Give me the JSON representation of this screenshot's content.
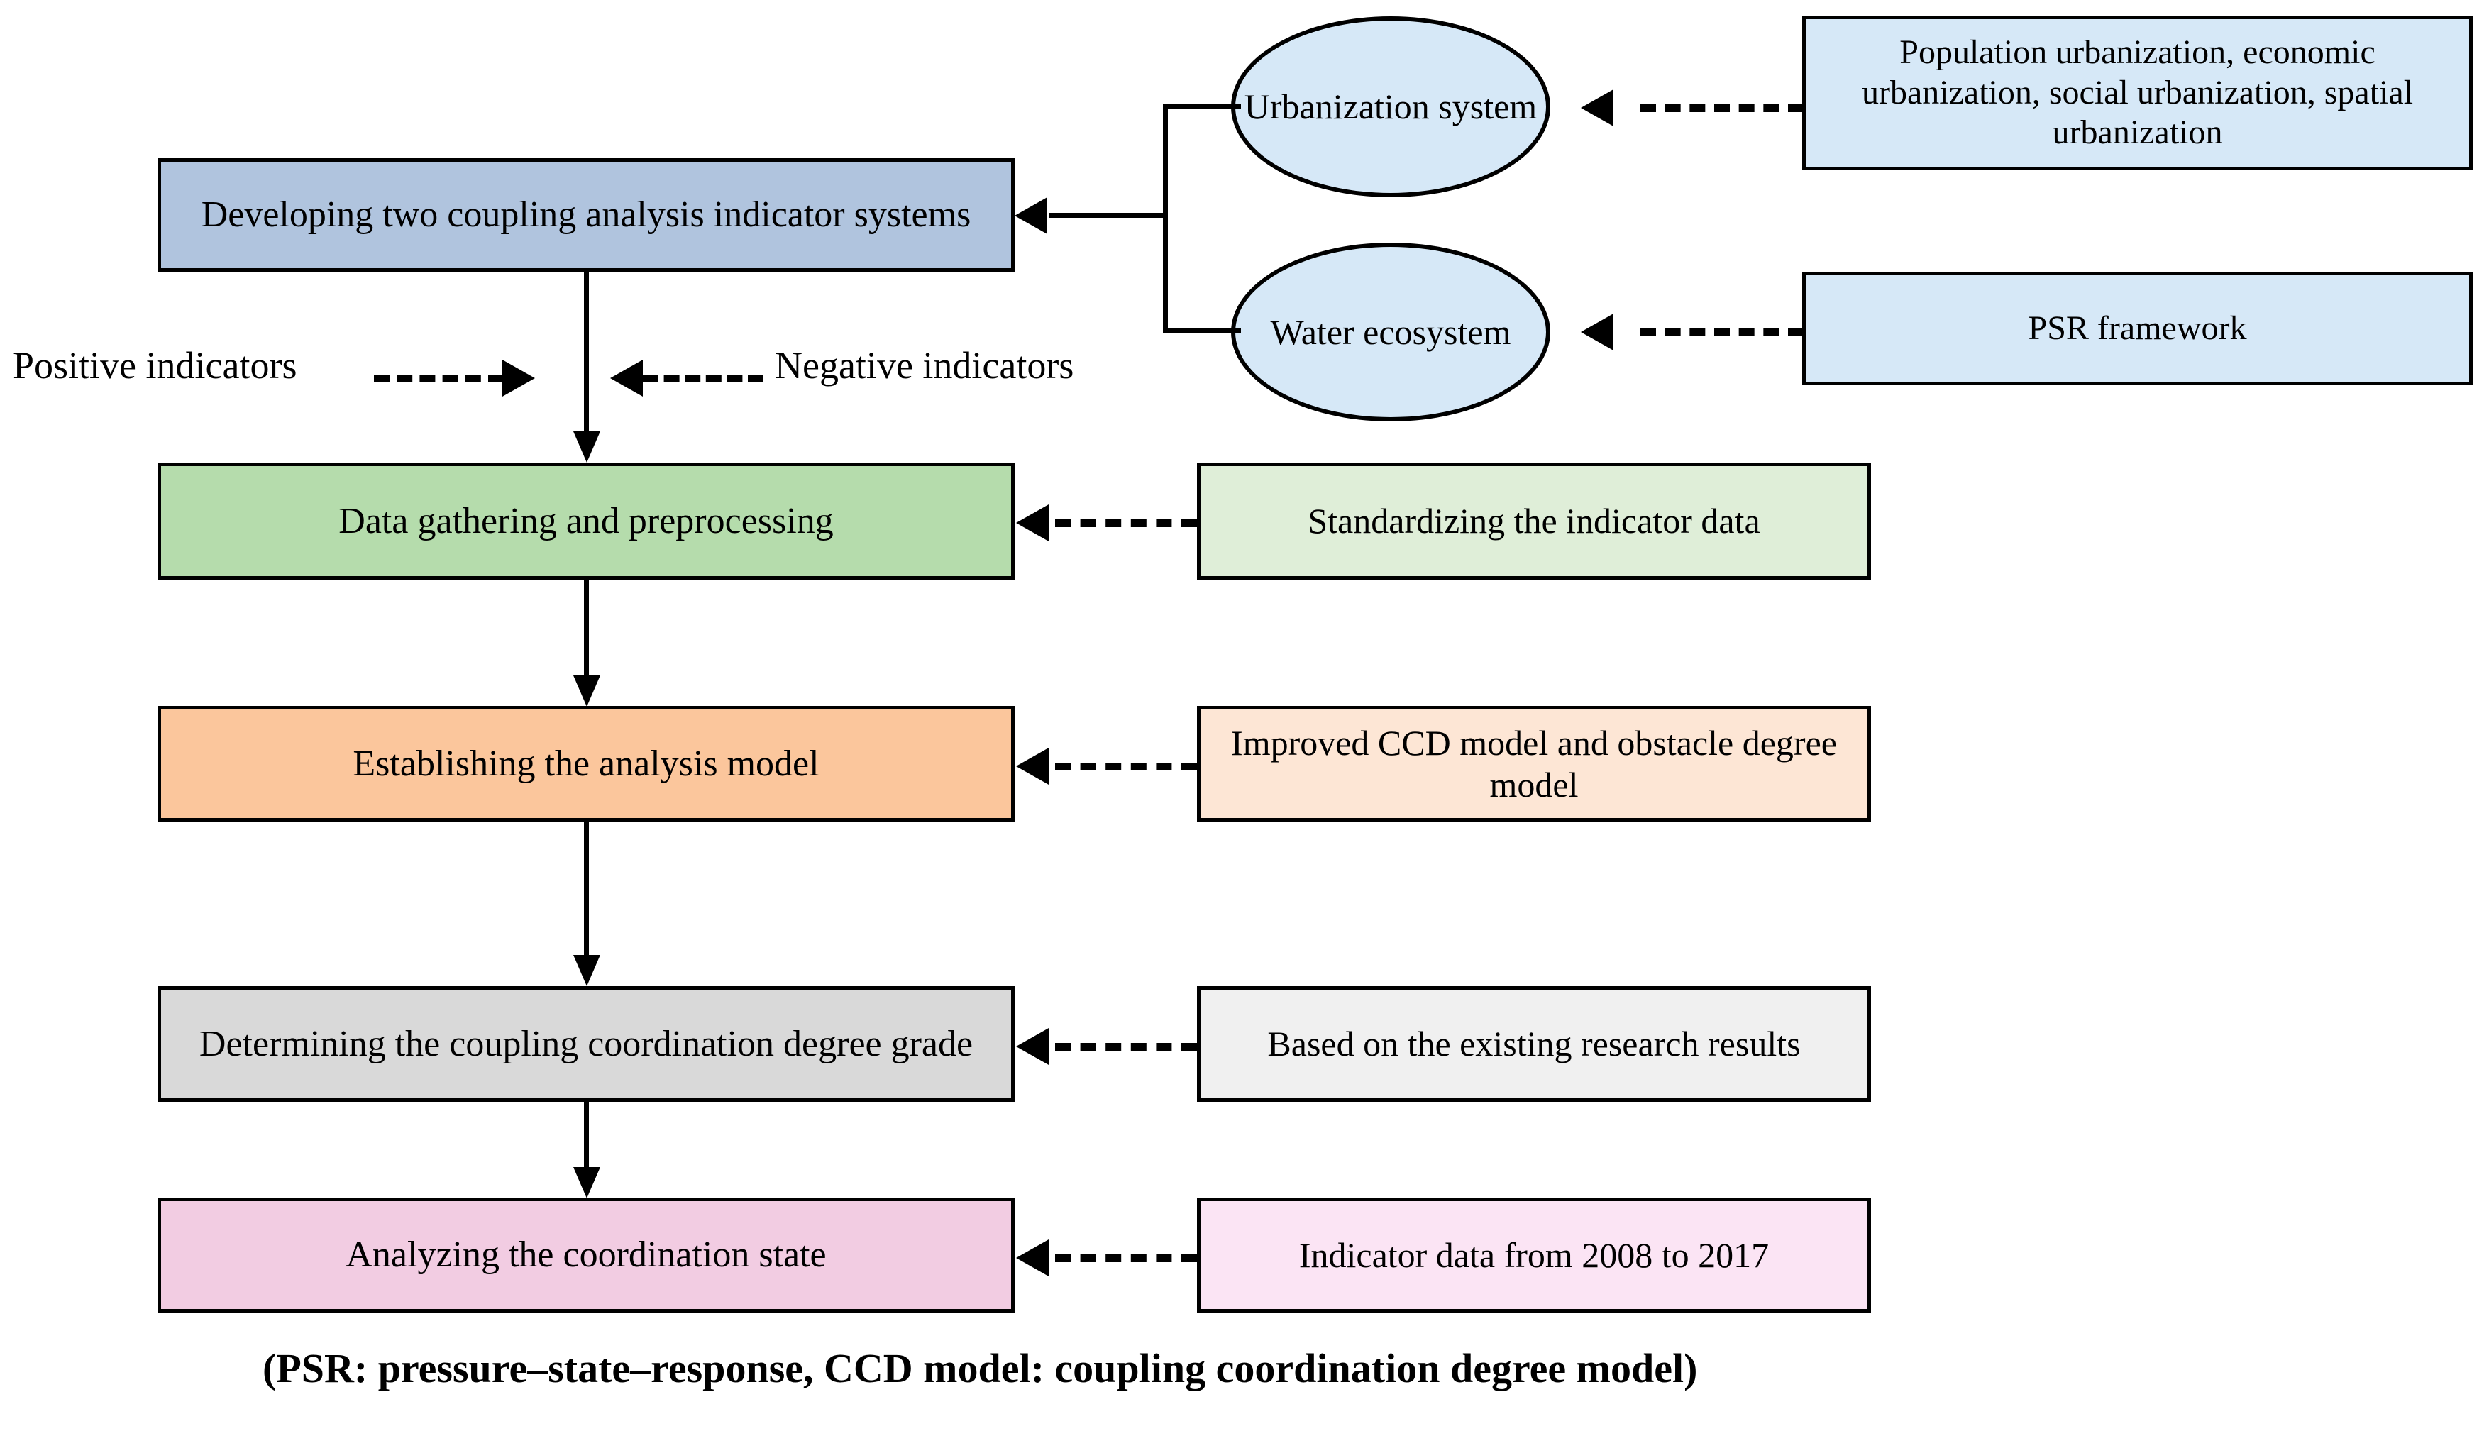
{
  "figure": {
    "type": "flowchart",
    "caption": "(PSR: pressure–state–response, CCD model: coupling coordination degree model)"
  },
  "main_flow": [
    {
      "id": "step1",
      "label": "Developing two coupling analysis indicator systems",
      "fill": "#b0c4de"
    },
    {
      "id": "step2",
      "label": "Data gathering and preprocessing",
      "fill": "#b5dcac"
    },
    {
      "id": "step3",
      "label": "Establishing  the analysis model",
      "fill": "#fbc69c"
    },
    {
      "id": "step4",
      "label": "Determining the coupling coordination degree grade",
      "fill": "#d9d9d9"
    },
    {
      "id": "step5",
      "label": "Analyzing the coordination state",
      "fill": "#f2cce2"
    }
  ],
  "side_notes": [
    {
      "id": "note2",
      "label": "Standardizing the indicator data",
      "fill": "#dfeed8"
    },
    {
      "id": "note3",
      "label": "Improved CCD model and obstacle degree model",
      "fill": "#fde6d5"
    },
    {
      "id": "note4",
      "label": "Based on the existing research results",
      "fill": "#f0f0f0"
    },
    {
      "id": "note5",
      "label": "Indicator data from 2008 to 2017",
      "fill": "#fbe4f4"
    }
  ],
  "systems": [
    {
      "id": "urbanization",
      "label": "Urbanization system",
      "fill": "#d6e8f7"
    },
    {
      "id": "water",
      "label": "Water ecosystem",
      "fill": "#d6e8f7"
    }
  ],
  "system_sources": [
    {
      "id": "src_urban",
      "label": "Population urbanization, economic urbanization, social urbanization, spatial urbanization",
      "fill": "#d6e8f7"
    },
    {
      "id": "src_water",
      "label": "PSR framework",
      "fill": "#d6e8f7"
    }
  ],
  "indicator_labels": {
    "positive": "Positive indicators",
    "negative": "Negative indicators"
  },
  "colors": {
    "stroke": "#000000",
    "background": "#ffffff"
  }
}
